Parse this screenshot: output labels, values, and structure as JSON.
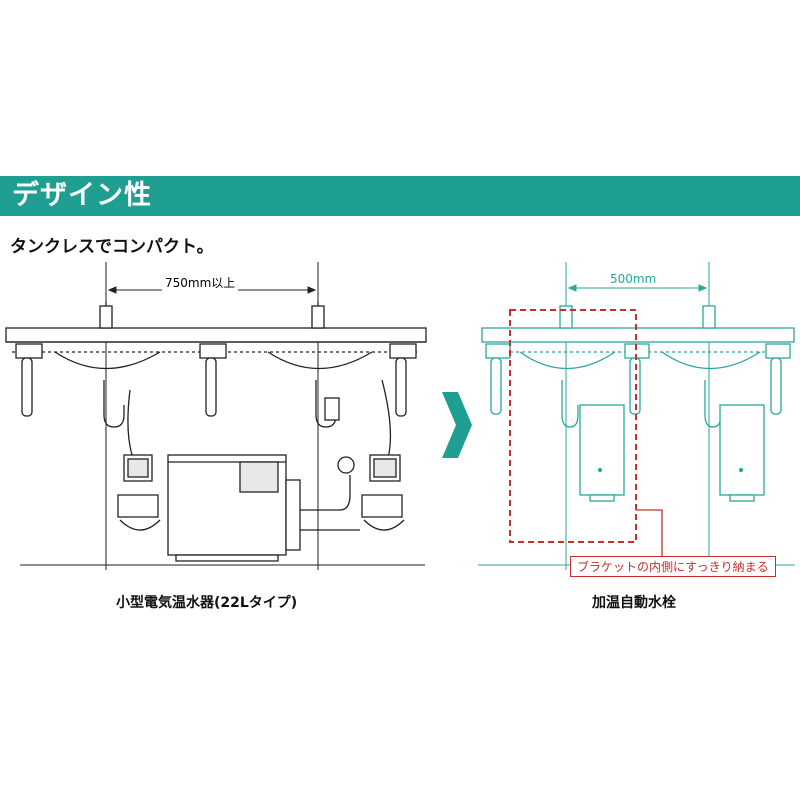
{
  "header": {
    "title": "デザイン性"
  },
  "subtitle": "タンクレスでコンパクト。",
  "left": {
    "dimension": "750mm以上",
    "caption": "小型電気温水器(22Lタイプ)"
  },
  "right": {
    "dimension": "500mm",
    "caption": "加温自動水栓",
    "callout": "ブラケットの内側にすっきり納まる"
  },
  "colors": {
    "banner": "#1f9e92",
    "teal_line": "#2aa79b",
    "callout_red": "#c6302c"
  }
}
